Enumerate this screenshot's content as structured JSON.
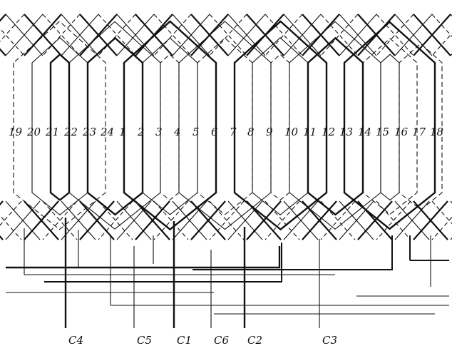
{
  "diagram": {
    "slots": [
      "19",
      "20",
      "21",
      "22",
      "23",
      "24",
      "1",
      "2",
      "3",
      "4",
      "5",
      "6",
      "7",
      "8",
      "9",
      "10",
      "11",
      "12",
      "13",
      "14",
      "15",
      "16",
      "17",
      "18"
    ],
    "leads": [
      "C4",
      "C5",
      "C1",
      "C6",
      "C2",
      "C3"
    ],
    "colors": {
      "ink": "#111111",
      "background": "#ffffff"
    }
  }
}
